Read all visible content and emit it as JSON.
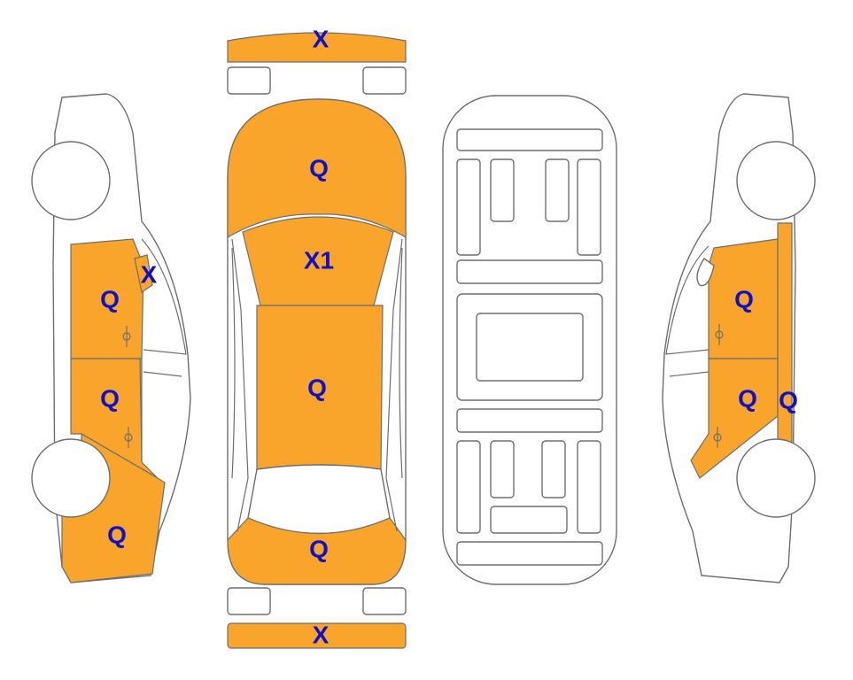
{
  "colors": {
    "damage_fill": "#f9a52b",
    "label_color": "#1010c8",
    "outline": "#6e6e6e"
  },
  "views": {
    "left_side": "left-side-view",
    "top": "top-view",
    "underbody": "underbody-view",
    "right_side": "right-side-view"
  },
  "marks": {
    "front_bumper": "X",
    "rear_bumper": "X",
    "hood": "Q",
    "windshield": "X1",
    "roof": "Q",
    "trunk": "Q",
    "left_front_door": "Q",
    "left_a_pillar": "X",
    "left_rear_door": "Q",
    "left_rear_quarter": "Q",
    "right_front_door": "Q",
    "right_rear_door": "Q",
    "right_b_pillar": "Q"
  }
}
